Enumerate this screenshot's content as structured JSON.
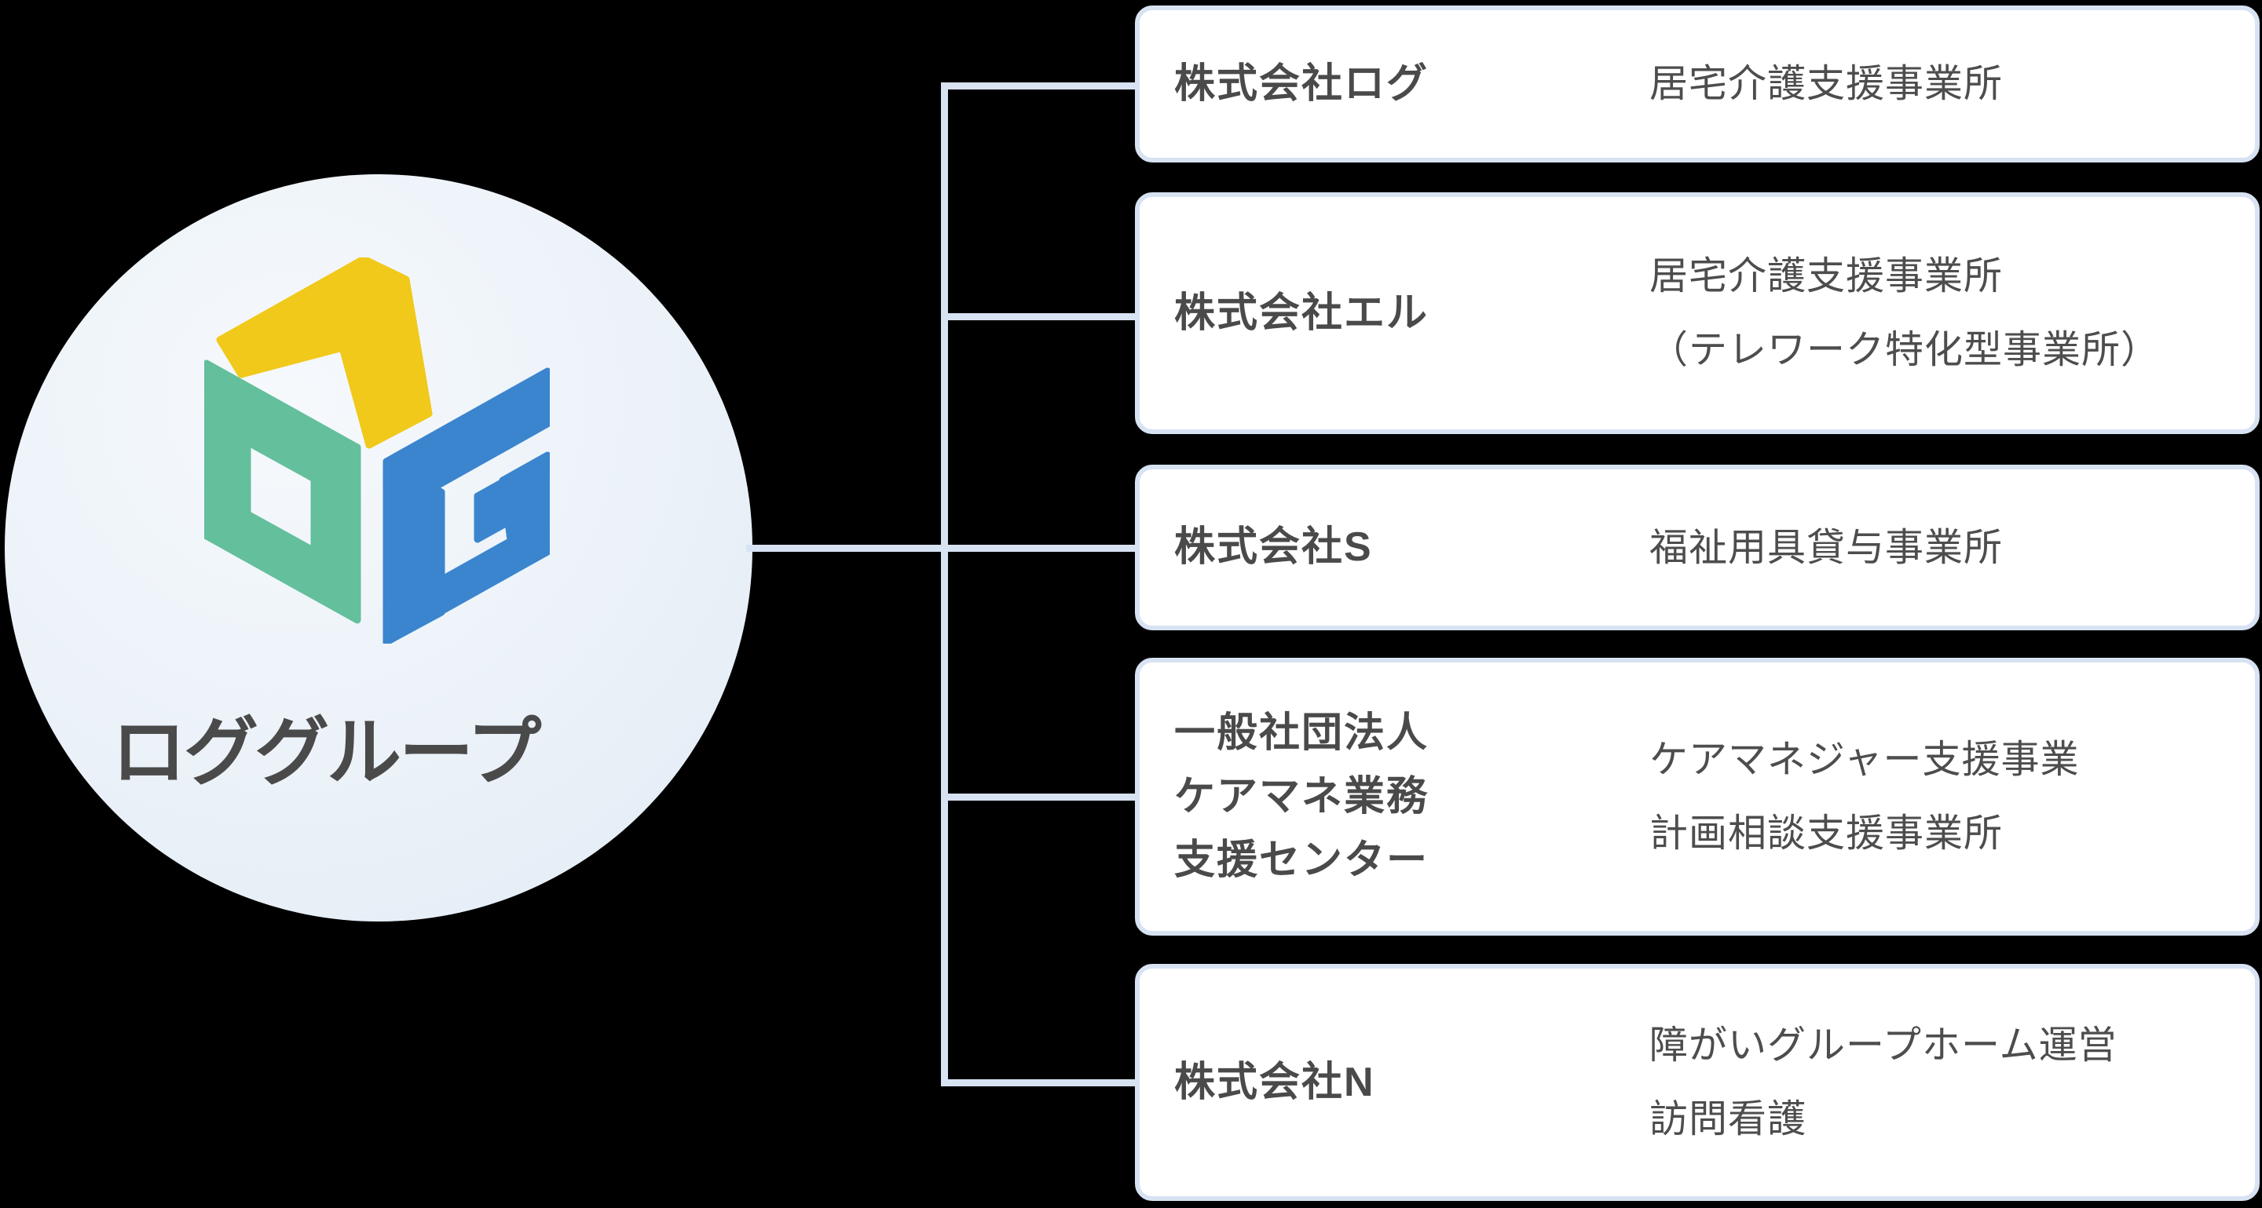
{
  "logo": {
    "group_name": "ロググループ",
    "cube_letters": "LOG",
    "colors": {
      "letter_l_yellow": "#F0C91A",
      "letter_o_green": "#63BF9C",
      "letter_g_blue": "#3A85CE"
    }
  },
  "companies": [
    {
      "name_lines": [
        "株式会社ログ"
      ],
      "services": [
        "居宅介護支援事業所"
      ]
    },
    {
      "name_lines": [
        "株式会社エル"
      ],
      "services": [
        "居宅介護支援事業所",
        "（テレワーク特化型事業所）"
      ]
    },
    {
      "name_lines": [
        "株式会社S"
      ],
      "services": [
        "福祉用具貸与事業所"
      ]
    },
    {
      "name_lines": [
        "一般社団法人",
        "ケアマネ業務",
        "支援センター"
      ],
      "services": [
        "ケアマネジャー支援事業",
        "計画相談支援事業所"
      ]
    },
    {
      "name_lines": [
        "株式会社N"
      ],
      "services": [
        "障がいグループホーム運営",
        "訪問看護"
      ]
    }
  ],
  "colors": {
    "connector_line": "#D7E2F3",
    "box_border": "#D7E2F3",
    "box_background": "#FFFFFF",
    "text": "#4A4A4A",
    "page_background": "#000000",
    "circle_gradient_start": "#F6F9FC",
    "circle_gradient_end": "#E2EBF5"
  }
}
